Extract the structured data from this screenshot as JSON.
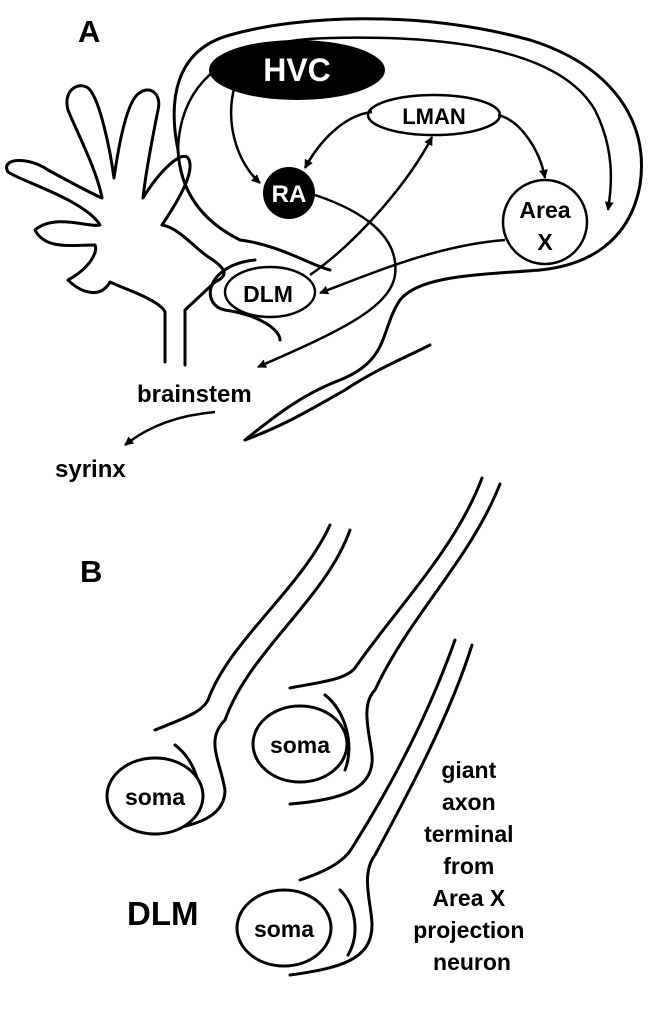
{
  "panels": {
    "a": "A",
    "b": "B"
  },
  "nuclei": {
    "hvc": "HVC",
    "ra": "RA",
    "lman": "LMAN",
    "area_x_line1": "Area",
    "area_x_line2": "X",
    "dlm": "DLM"
  },
  "outputs": {
    "brainstem": "brainstem",
    "syrinx": "syrinx"
  },
  "panel_b": {
    "soma": "soma",
    "region": "DLM",
    "terminal_lines": [
      "giant",
      "axon",
      "terminal",
      "from",
      "Area X",
      "projection",
      "neuron"
    ]
  }
}
